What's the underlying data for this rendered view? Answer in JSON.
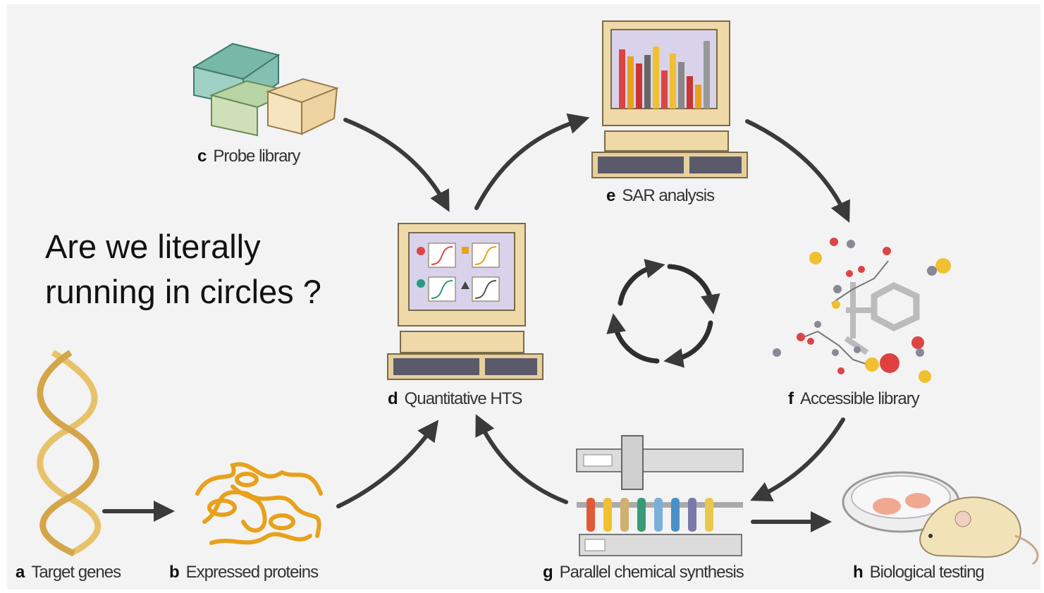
{
  "question": {
    "line1": "Are we literally",
    "line2": "running in circles ?"
  },
  "steps": {
    "a": {
      "letter": "a",
      "label": "Target genes"
    },
    "b": {
      "letter": "b",
      "label": "Expressed proteins"
    },
    "c": {
      "letter": "c",
      "label": "Probe library"
    },
    "d": {
      "letter": "d",
      "label": "Quantitative HTS"
    },
    "e": {
      "letter": "e",
      "label": "SAR analysis"
    },
    "f": {
      "letter": "f",
      "label": "Accessible library"
    },
    "g": {
      "letter": "g",
      "label": "Parallel chemical synthesis"
    },
    "h": {
      "letter": "h",
      "label": "Biological testing"
    }
  },
  "colors": {
    "background": "#f3f3f3",
    "arrow": "#3a3a3a",
    "dna": "#e8c26a",
    "protein": "#e8a11c",
    "monitor": "#efd9a8"
  }
}
